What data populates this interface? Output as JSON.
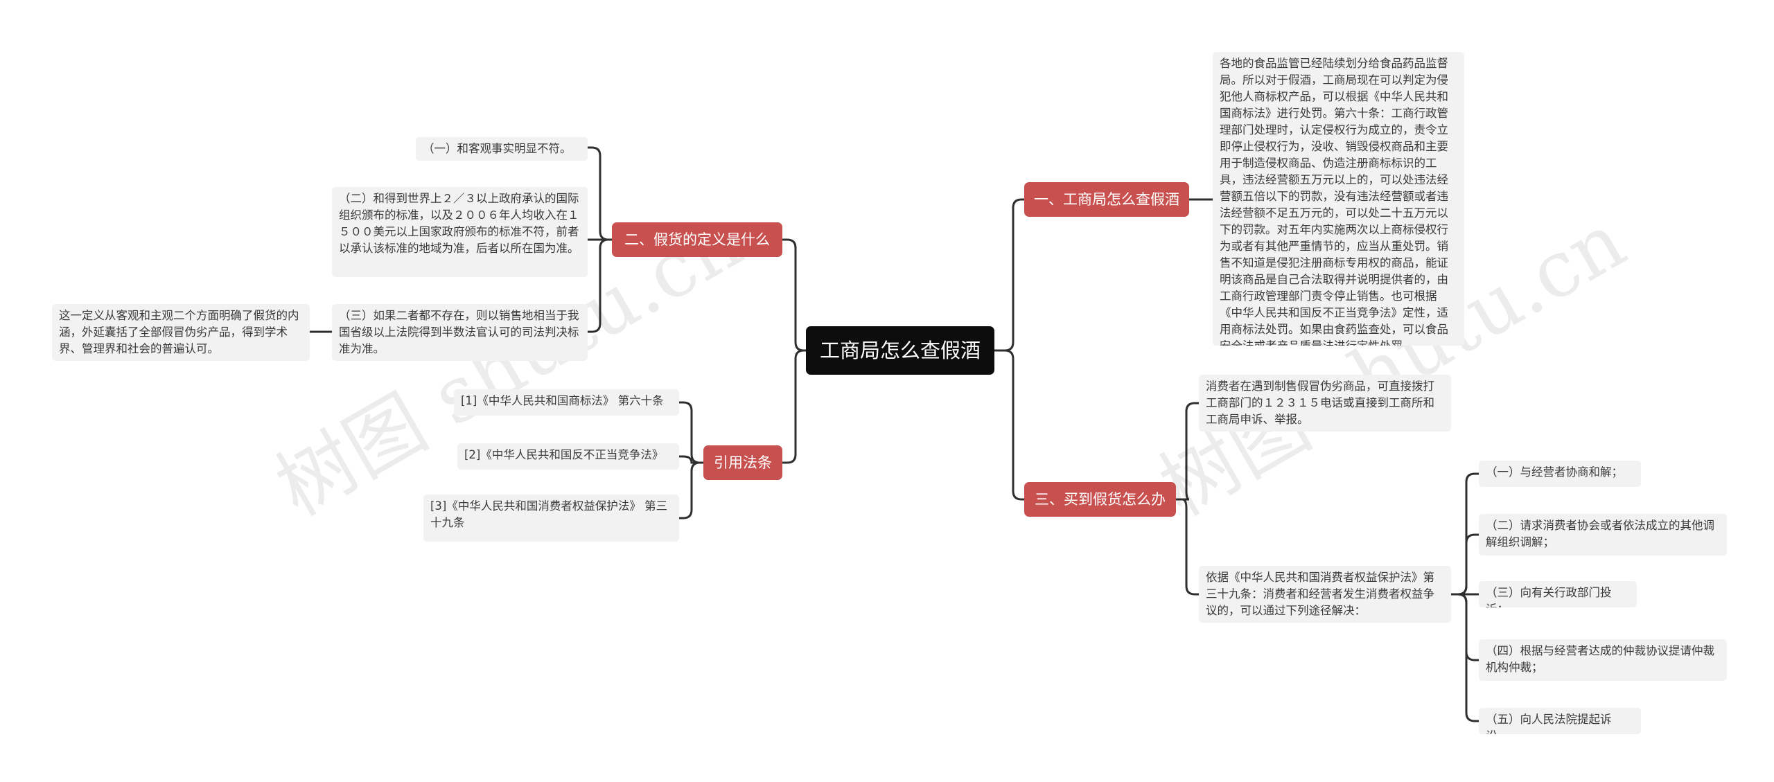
{
  "root": {
    "label": "工商局怎么查假酒"
  },
  "watermark": "树图 shutu.cn",
  "branches": {
    "b1": {
      "label": "一、工商局怎么查假酒",
      "leaves": [
        "各地的食品监管已经陆续划分给食品药品监督局。所以对于假酒，工商局现在可以判定为侵犯他人商标权产品，可以根据《中华人民共和国商标法》进行处罚。第六十条：工商行政管理部门处理时，认定侵权行为成立的，责令立即停止侵权行为，没收、销毁侵权商品和主要用于制造侵权商品、伪造注册商标标识的工具，违法经营额五万元以上的，可以处违法经营额五倍以下的罚款，没有违法经营额或者违法经营额不足五万元的，可以处二十五万元以下的罚款。对五年内实施两次以上商标侵权行为或者有其他严重情节的，应当从重处罚。销售不知道是侵犯注册商标专用权的商品，能证明该商品是自己合法取得并说明提供者的，由工商行政管理部门责令停止销售。也可根据《中华人民共和国反不正当竞争法》定性，适用商标法处罚。如果由食药监查处，可以食品安全法或者产品质量法进行定性处罚。"
      ]
    },
    "b2": {
      "label": "二、假货的定义是什么",
      "leaves": [
        "（一）和客观事实明显不符。",
        "（二）和得到世界上２／３以上政府承认的国际组织颁布的标准，以及２００６年人均收入在１５００美元以上国家政府颁布的标准不符，前者以承认该标准的地域为准，后者以所在国为准。",
        "（三）如果二者都不存在，则以销售地相当于我国省级以上法院得到半数法官认可的司法判决标准为准。"
      ],
      "note": "这一定义从客观和主观二个方面明确了假货的内涵，外延囊括了全部假冒伪劣产品，得到学术界、管理界和社会的普遍认可。"
    },
    "b3": {
      "label": "三、买到假货怎么办",
      "leaves": [
        "消费者在遇到制售假冒伪劣商品，可直接拨打工商部门的１２３１５电话或直接到工商所和工商局申诉、举报。",
        "依据《中华人民共和国消费者权益保护法》第三十九条：消费者和经营者发生消费者权益争议的，可以通过下列途径解决："
      ],
      "sub": [
        "（一）与经营者协商和解；",
        "（二）请求消费者协会或者依法成立的其他调解组织调解；",
        "（三）向有关行政部门投诉；",
        "（四）根据与经营者达成的仲裁协议提请仲裁机构仲裁；",
        "（五）向人民法院提起诉讼。"
      ]
    },
    "b4": {
      "label": "引用法条",
      "leaves": [
        "[1]《中华人民共和国商标法》 第六十条",
        "[2]《中华人民共和国反不正当竞争法》",
        "[3]《中华人民共和国消费者权益保护法》 第三十九条"
      ]
    }
  }
}
